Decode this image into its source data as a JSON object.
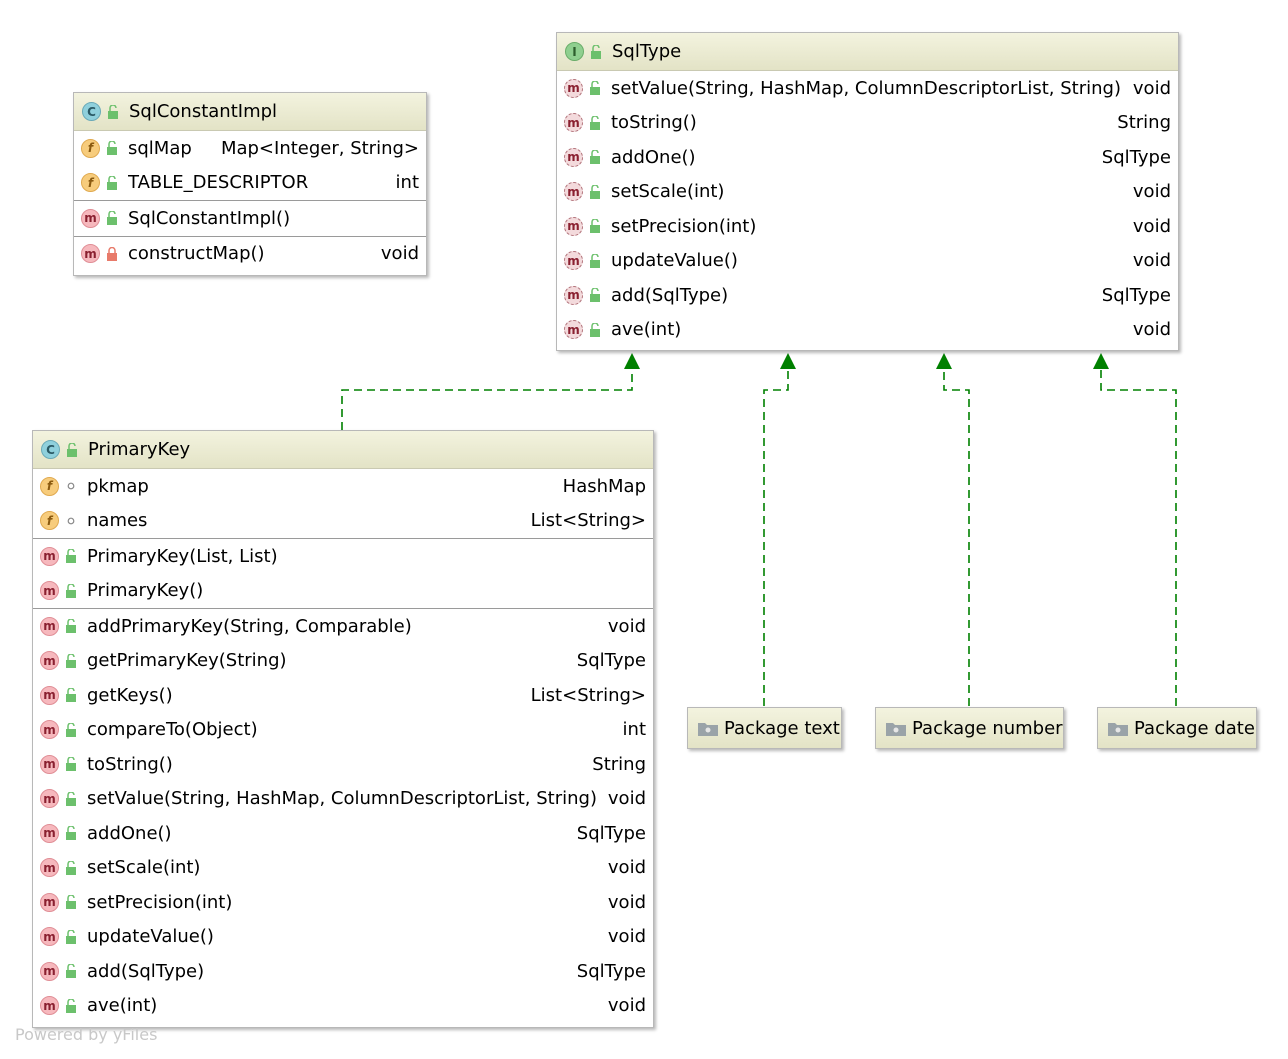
{
  "classes": {
    "sqlconstantimpl": {
      "kind": "C",
      "name": "SqlConstantImpl",
      "fields": [
        {
          "name": "sqlMap",
          "type": "Map<Integer, String>"
        },
        {
          "name": "TABLE_DESCRIPTOR",
          "type": "int"
        }
      ],
      "constructors": [
        {
          "name": "SqlConstantImpl()",
          "type": ""
        }
      ],
      "methods": [
        {
          "name": "constructMap()",
          "type": "void"
        }
      ]
    },
    "sqltype": {
      "kind": "I",
      "name": "SqlType",
      "methods": [
        {
          "name": "setValue(String, HashMap, ColumnDescriptorList, String)",
          "type": "void"
        },
        {
          "name": "toString()",
          "type": "String"
        },
        {
          "name": "addOne()",
          "type": "SqlType"
        },
        {
          "name": "setScale(int)",
          "type": "void"
        },
        {
          "name": "setPrecision(int)",
          "type": "void"
        },
        {
          "name": "updateValue()",
          "type": "void"
        },
        {
          "name": "add(SqlType)",
          "type": "SqlType"
        },
        {
          "name": "ave(int)",
          "type": "void"
        }
      ]
    },
    "primarykey": {
      "kind": "C",
      "name": "PrimaryKey",
      "fields": [
        {
          "name": "pkmap",
          "type": "HashMap"
        },
        {
          "name": "names",
          "type": "List<String>"
        }
      ],
      "constructors": [
        {
          "name": "PrimaryKey(List, List)",
          "type": ""
        },
        {
          "name": "PrimaryKey()",
          "type": ""
        }
      ],
      "methods": [
        {
          "name": "addPrimaryKey(String, Comparable)",
          "type": "void"
        },
        {
          "name": "getPrimaryKey(String)",
          "type": "SqlType"
        },
        {
          "name": "getKeys()",
          "type": "List<String>"
        },
        {
          "name": "compareTo(Object)",
          "type": "int"
        },
        {
          "name": "toString()",
          "type": "String"
        },
        {
          "name": "setValue(String, HashMap, ColumnDescriptorList, String)",
          "type": "void"
        },
        {
          "name": "addOne()",
          "type": "SqlType"
        },
        {
          "name": "setScale(int)",
          "type": "void"
        },
        {
          "name": "setPrecision(int)",
          "type": "void"
        },
        {
          "name": "updateValue()",
          "type": "void"
        },
        {
          "name": "add(SqlType)",
          "type": "SqlType"
        },
        {
          "name": "ave(int)",
          "type": "void"
        }
      ]
    }
  },
  "packages": [
    {
      "label": "Package text"
    },
    {
      "label": "Package number"
    },
    {
      "label": "Package date"
    }
  ],
  "colors": {
    "edge": "#008000",
    "header": "#e9e9d2",
    "public_lock": "#6cc06c",
    "private_lock": "#e87a6a"
  },
  "footer": "Powered by yFiles"
}
